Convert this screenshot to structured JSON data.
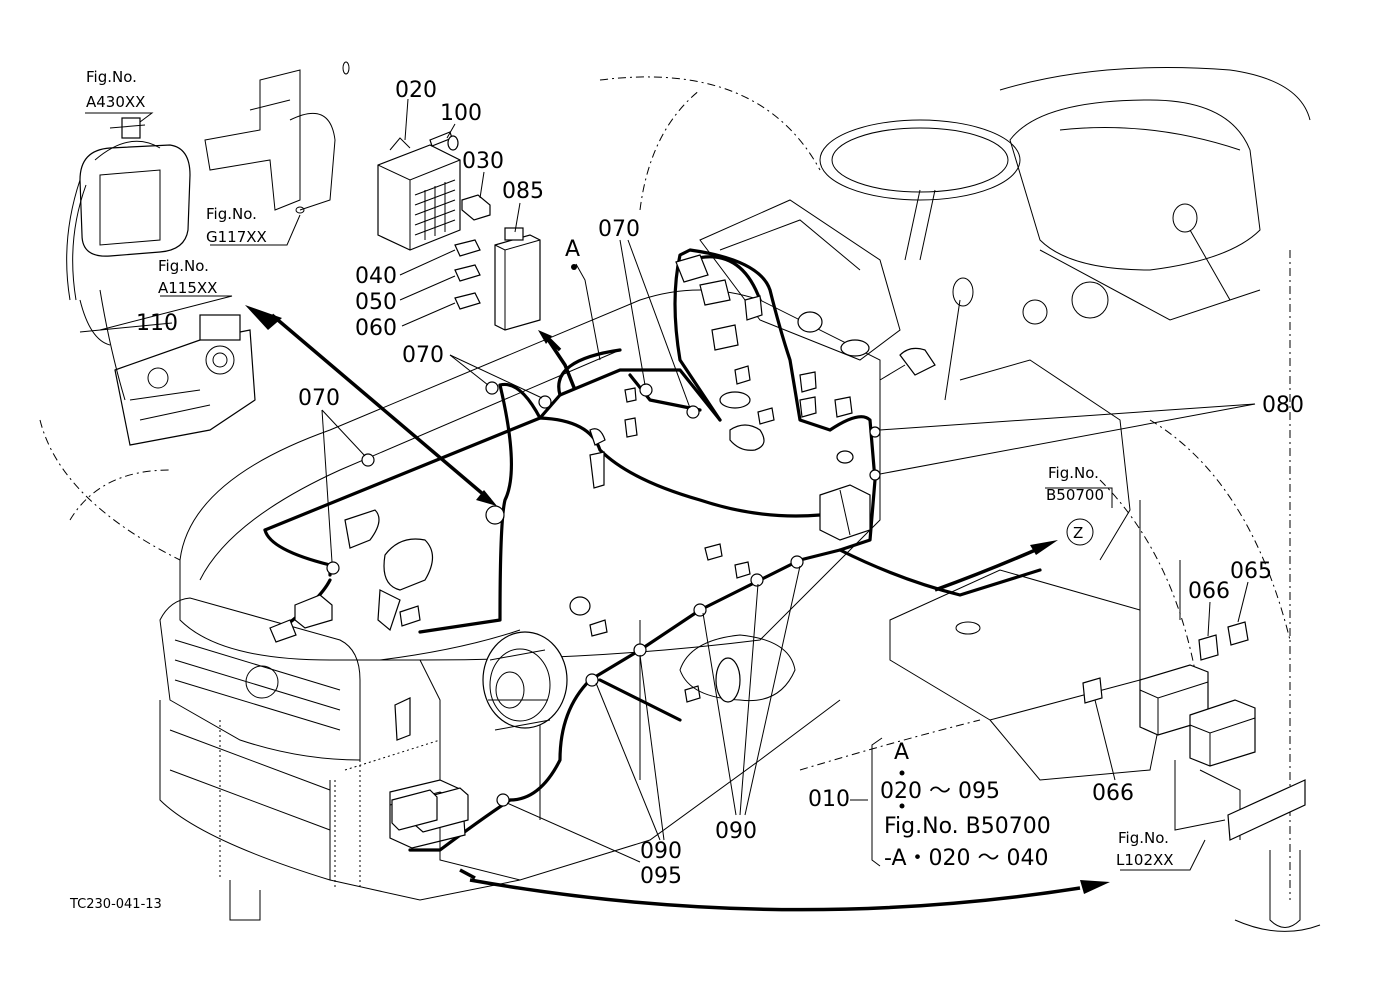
{
  "diagram": {
    "drawing_code": "TC230-041-13",
    "callouts": {
      "c010": "010",
      "c020": "020",
      "c030": "030",
      "c040": "040",
      "c050": "050",
      "c060": "060",
      "c065": "065",
      "c066a": "066",
      "c066b": "066",
      "c070a": "070",
      "c070b": "070",
      "c070c": "070",
      "c080": "080",
      "c085": "085",
      "c090a": "090",
      "c090b": "090",
      "c095": "095",
      "c100": "100",
      "c110": "110"
    },
    "section_marks": {
      "a_mark": "A",
      "z_mark": "Z"
    },
    "fig_refs": {
      "a430": {
        "line1": "Fig.No.",
        "line2": "A430XX"
      },
      "g117": {
        "line1": "Fig.No.",
        "line2": "G117XX"
      },
      "a115": {
        "line1": "Fig.No.",
        "line2": "A115XX"
      },
      "b50700": {
        "line1": "Fig.No.",
        "line2": "B50700"
      },
      "l102": {
        "line1": "Fig.No.",
        "line2": "L102XX"
      }
    },
    "note_box": {
      "line_a": "A",
      "line_range": "020 ～ 095",
      "line_fig": "Fig.No. B50700",
      "line_sub": "-A・020 ～ 040"
    }
  }
}
